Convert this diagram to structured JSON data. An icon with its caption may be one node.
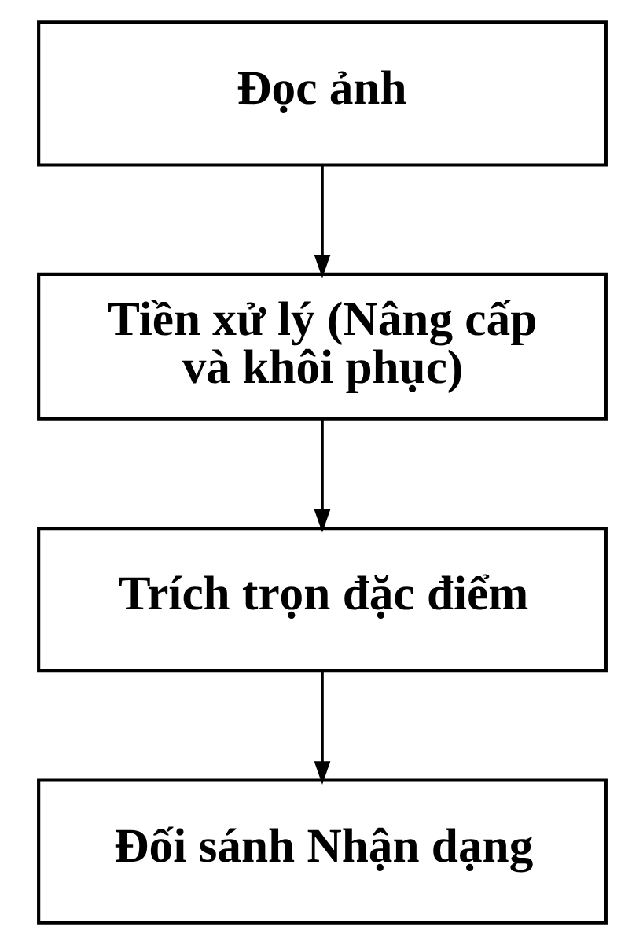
{
  "diagram": {
    "nodes": [
      {
        "text": [
          "Đọc ảnh"
        ]
      },
      {
        "text": [
          "Tiền xử lý (Nâng cấp và khôi phục)"
        ]
      },
      {
        "text": [
          "Trích trọn đặc điểm"
        ]
      },
      {
        "text": [
          "Đối sánh Nhận dạng"
        ]
      }
    ],
    "edges": [
      {
        "from": 0,
        "to": 1,
        "arrow": "to"
      },
      {
        "from": 1,
        "to": 2,
        "arrow": "to"
      },
      {
        "from": 2,
        "to": 3,
        "arrow": "to"
      }
    ]
  }
}
